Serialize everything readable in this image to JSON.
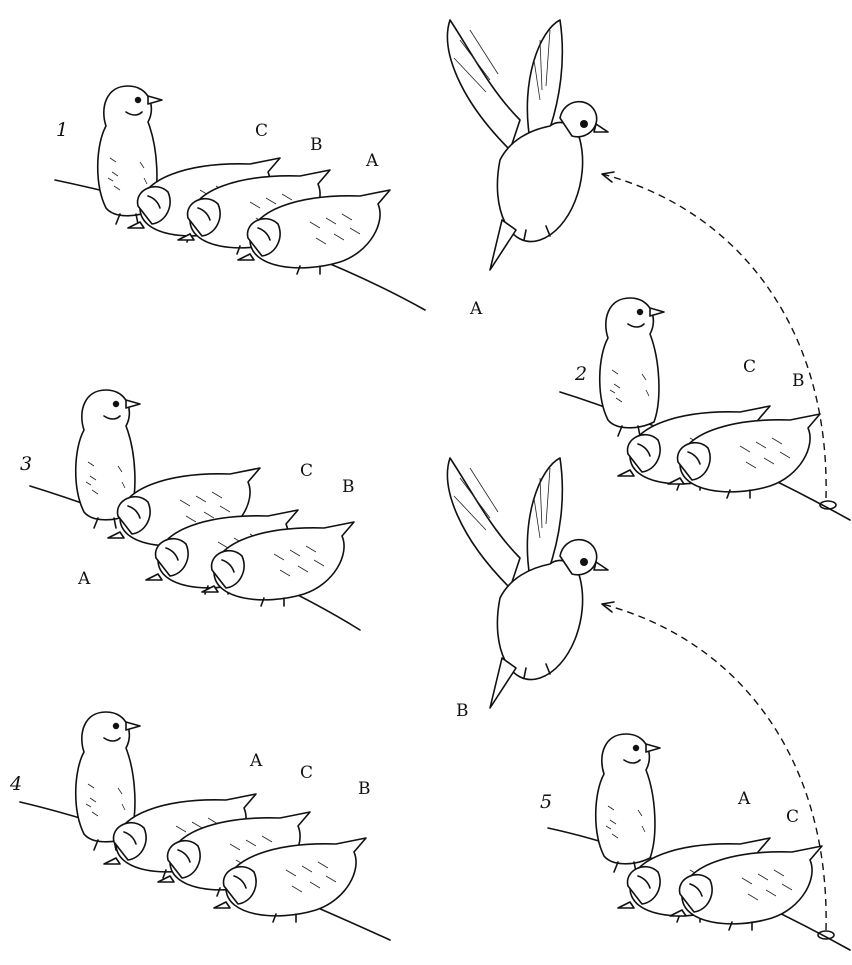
{
  "panels": [
    {
      "number": "1",
      "birds": [
        "C",
        "B",
        "A"
      ]
    },
    {
      "number": "2",
      "birds": [
        "C",
        "B"
      ]
    },
    {
      "number": "3",
      "birds": [
        "A",
        "C",
        "B"
      ]
    },
    {
      "number": "4",
      "birds": [
        "A",
        "C",
        "B"
      ]
    },
    {
      "number": "5",
      "birds": [
        "A",
        "C"
      ]
    }
  ],
  "flying": [
    {
      "label": "A"
    },
    {
      "label": "B"
    }
  ]
}
